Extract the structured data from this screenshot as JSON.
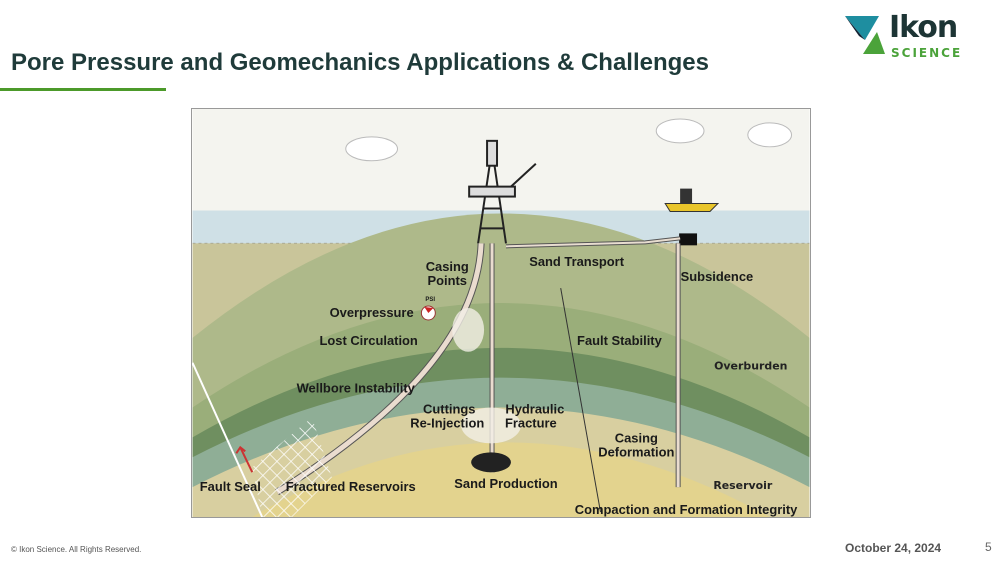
{
  "slide": {
    "title": "Pore Pressure and Geomechanics Applications & Challenges",
    "logo": {
      "word": "Ikon",
      "sub": "SCIENCE",
      "colors": {
        "teal": "#1e8ea0",
        "green": "#4ba33a",
        "dark": "#1d3535"
      }
    },
    "accent_color": "#4c9a2a"
  },
  "diagram": {
    "labels": {
      "casing_points": [
        "Casing",
        "Points"
      ],
      "sand_transport": "Sand Transport",
      "subsidence": "Subsidence",
      "overpressure": "Overpressure",
      "psi": "PSI",
      "lost_circulation": "Lost Circulation",
      "fault_stability": "Fault Stability",
      "overburden": "Overburden",
      "wellbore_instability": "Wellbore Instability",
      "cuttings_reinjection": [
        "Cuttings",
        "Re-Injection"
      ],
      "hydraulic_fracture": [
        "Hydraulic",
        "Fracture"
      ],
      "casing_deformation": [
        "Casing",
        "Deformation"
      ],
      "reservoir": "Reservoir",
      "fault_seal": "Fault Seal",
      "fractured_reservoirs": "Fractured Reservoirs",
      "sand_production": "Sand Production",
      "compaction": "Compaction and Formation Integrity"
    }
  },
  "footer": {
    "copyright": "© Ikon Science. All Rights Reserved.",
    "date": "October 24, 2024",
    "page_number": "5"
  }
}
